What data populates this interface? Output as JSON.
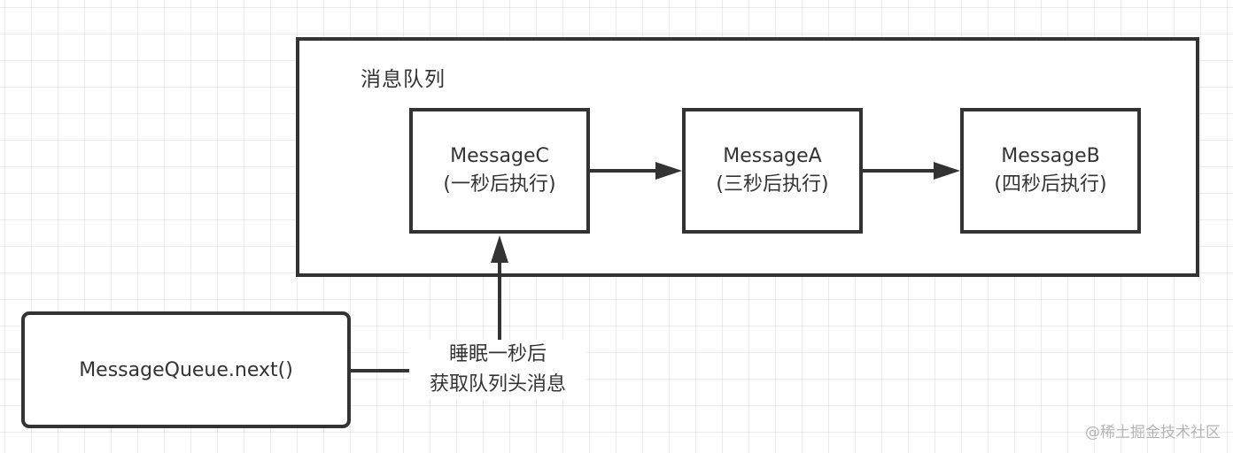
{
  "diagram": {
    "queue_container": {
      "title": "消息队列"
    },
    "messages": [
      {
        "name": "MessageC",
        "note": "(一秒后执行)"
      },
      {
        "name": "MessageA",
        "note": "(三秒后执行)"
      },
      {
        "name": "MessageB",
        "note": "(四秒后执行)"
      }
    ],
    "caller": {
      "label": "MessageQueue.next()"
    },
    "edge_label": {
      "line1": "睡眠一秒后",
      "line2": "获取队列头消息"
    },
    "colors": {
      "stroke": "#333333",
      "grid": "#ececec",
      "background": "#ffffff",
      "watermark": "#b4b4b4"
    }
  },
  "watermark": "@稀土掘金技术社区"
}
